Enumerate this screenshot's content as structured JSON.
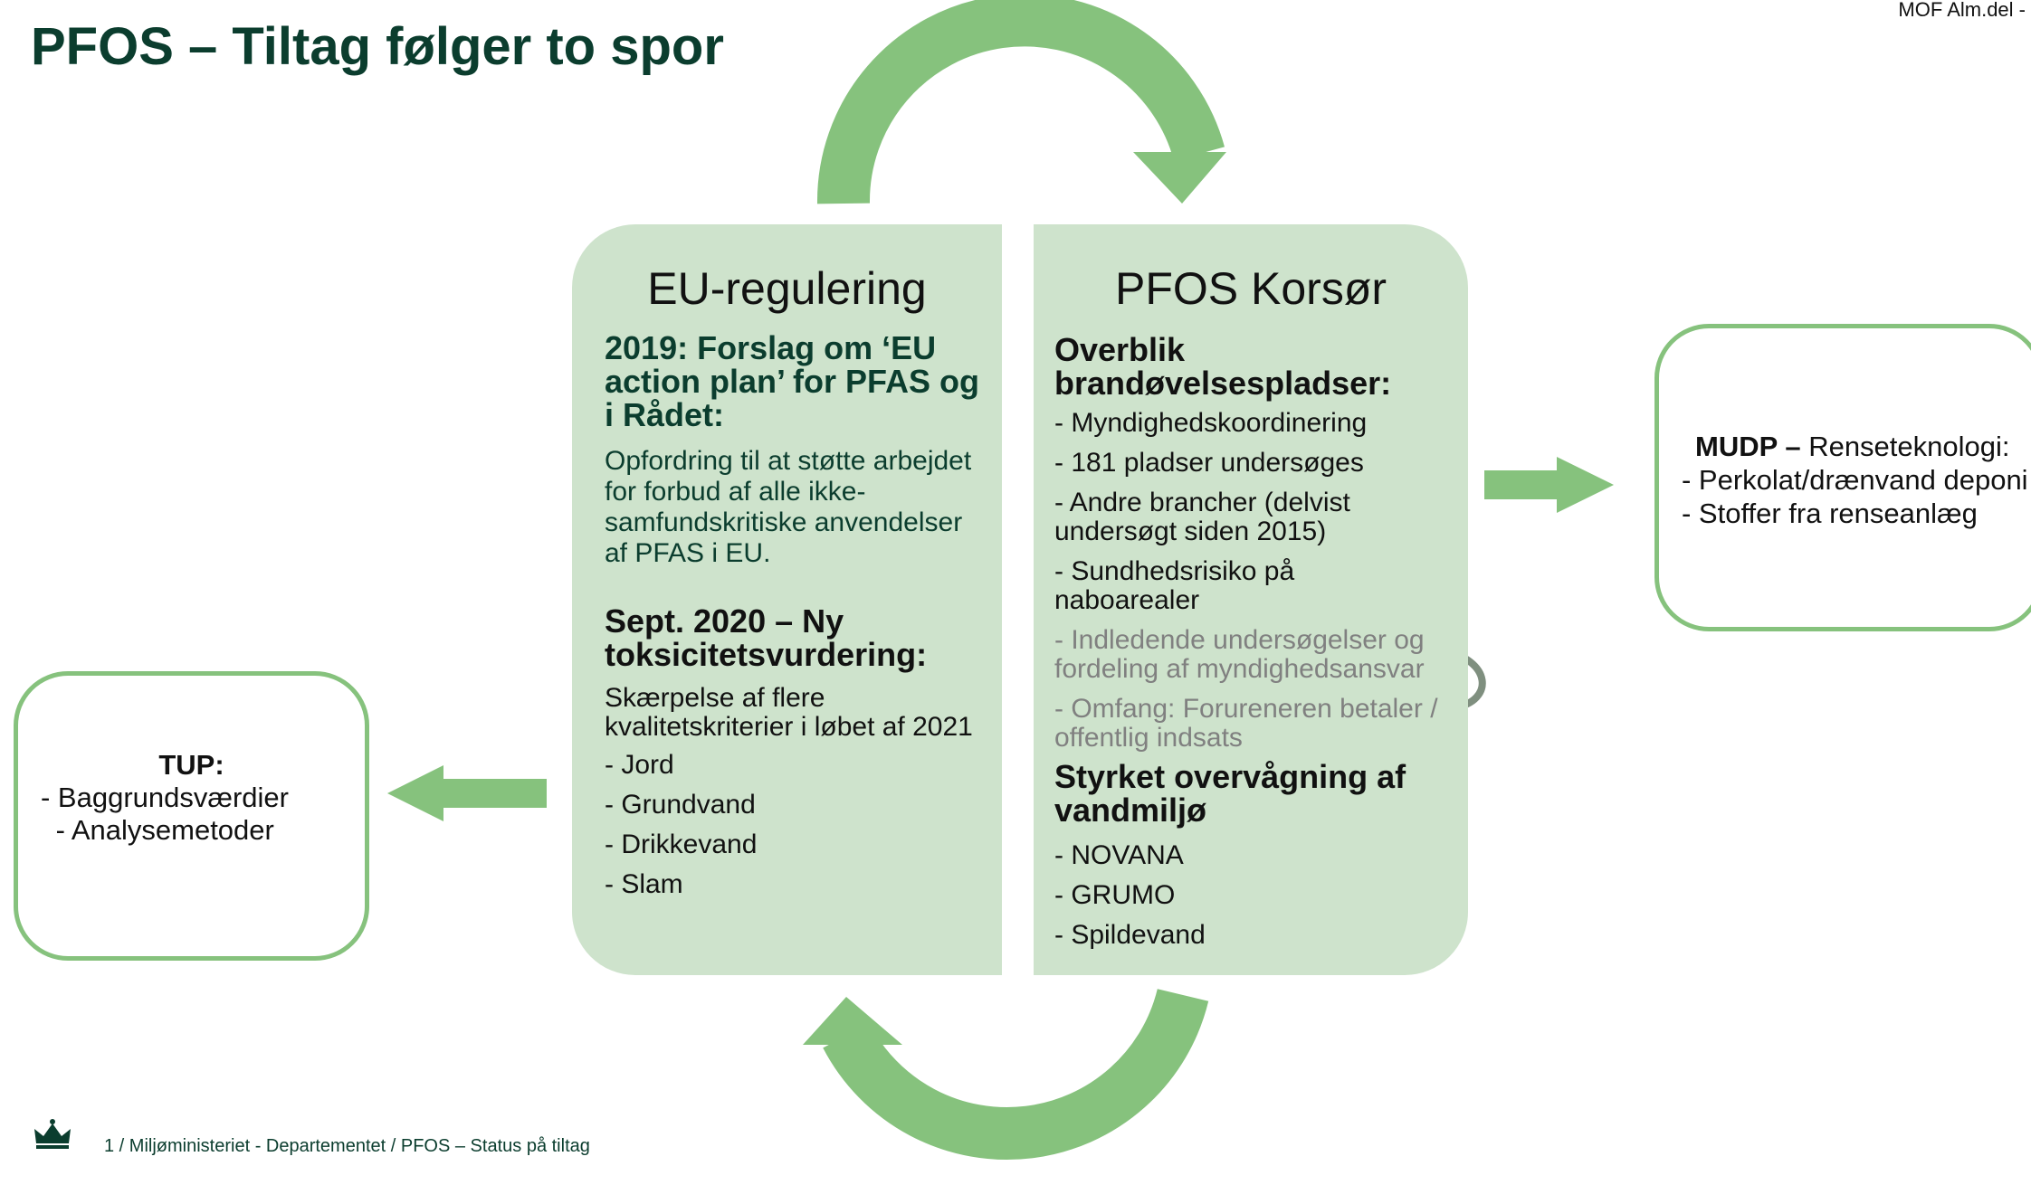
{
  "header": {
    "title": "PFOS – Tiltag følger to spor",
    "doc_ref": "MOF Alm.del -"
  },
  "left_panel": {
    "heading": "EU-regulering",
    "section1_title": "2019: Forslag om ‘EU action plan’ for PFAS og i Rådet:",
    "section1_text": "Opfordring til at støtte arbejdet for forbud af alle ikke-samfundskritiske anvendelser af PFAS i EU.",
    "section2_title": "Sept. 2020 – Ny toksicitetsvurdering:",
    "section2_text": "Skærpelse af flere kvalitetskriterier i løbet af 2021",
    "items": [
      "- Jord",
      "- Grundvand",
      "- Drikkevand",
      "- Slam"
    ]
  },
  "right_panel": {
    "heading": "PFOS Korsør",
    "section1_title": "Overblik brandøvelsespladser:",
    "items1": [
      "- Myndighedskoordinering",
      "- 181 pladser undersøges",
      "- Andre brancher (delvist undersøgt siden 2015)",
      "- Sundhedsrisiko på naboarealer"
    ],
    "items_grey": [
      "- Indledende undersøgelser og fordeling af myndighedsansvar",
      "- Omfang: Forureneren betaler / offentlig indsats"
    ],
    "section2_title": "Styrket overvågning af vandmiljø",
    "items2": [
      "- NOVANA",
      "- GRUMO",
      "- Spildevand"
    ]
  },
  "box_left": {
    "title": "TUP:",
    "line1": "- Baggrundsværdier",
    "line2": " - Analysemetoder"
  },
  "box_right": {
    "title_bold": "MUDP –",
    "title_rest": " Renseteknologi:",
    "line1": "- Perkolat/drænvand deponi",
    "line2": "- Stoffer fra renseanlæg"
  },
  "footer": {
    "text": "1 / Miljøministeriet - Departementet / PFOS – Status på tiltag"
  },
  "colors": {
    "panel": "#cee3cc",
    "arrow": "#86c27d",
    "title": "#0b3d2e",
    "grey_text": "#808080"
  },
  "icons": [
    "crown-logo-icon",
    "cycle-arrow-top-icon",
    "cycle-arrow-bottom-icon",
    "arrow-right-icon",
    "arrow-left-icon",
    "curved-arrow-icon"
  ]
}
